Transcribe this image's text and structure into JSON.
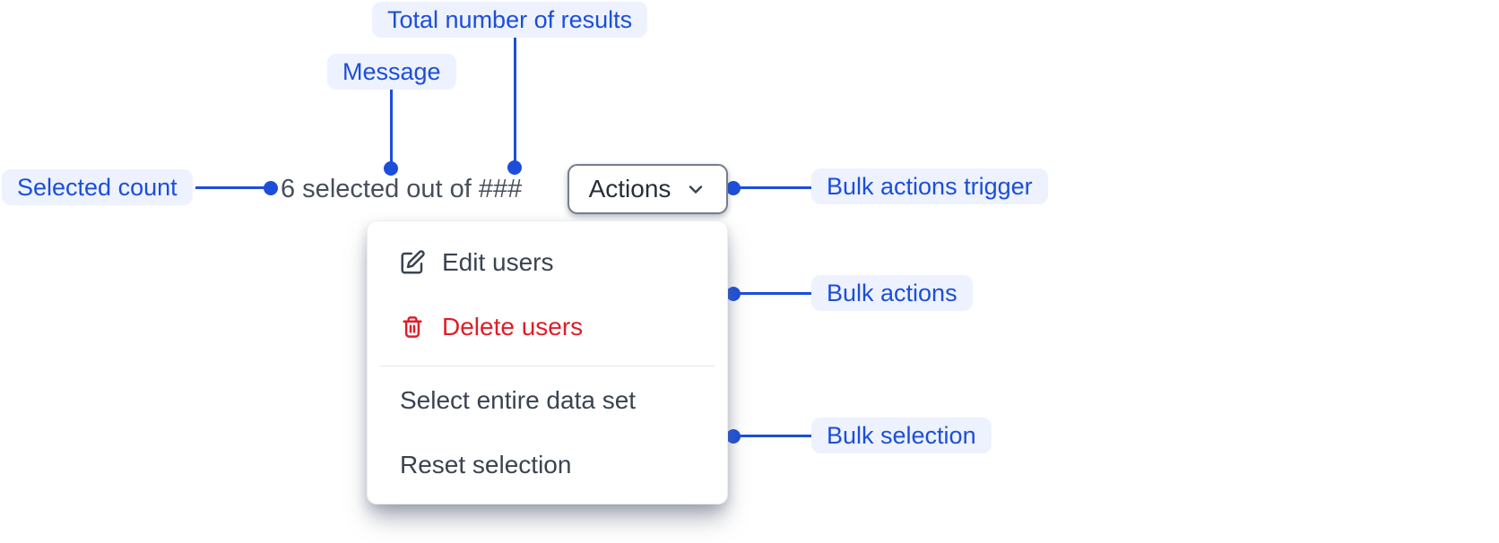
{
  "annotations": {
    "total_results": "Total number of results",
    "message": "Message",
    "selected_count": "Selected count",
    "bulk_actions_trigger": "Bulk actions trigger",
    "bulk_actions": "Bulk actions",
    "bulk_selection": "Bulk selection"
  },
  "toolbar": {
    "selection_message": "6 selected out of ###",
    "actions_label": "Actions"
  },
  "menu": {
    "items": [
      {
        "label": "Edit users",
        "icon": "edit-icon",
        "variant": "default"
      },
      {
        "label": "Delete users",
        "icon": "trash-icon",
        "variant": "danger"
      },
      {
        "label": "Select entire data set",
        "icon": "",
        "variant": "default"
      },
      {
        "label": "Reset selection",
        "icon": "",
        "variant": "default"
      }
    ]
  },
  "colors": {
    "annotation_blue": "#1C4ED9",
    "chip_background": "#EDF2FE",
    "danger_red": "#DF1D28",
    "menu_text": "#3B4350",
    "status_text": "#474E5A"
  }
}
